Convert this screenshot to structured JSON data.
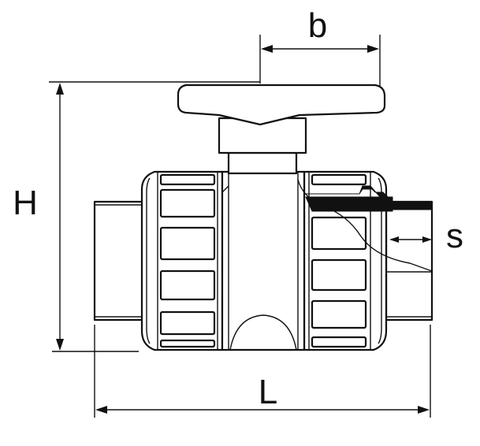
{
  "dimensions": {
    "b": "b",
    "H": "H",
    "s": "s",
    "L": "L"
  },
  "colors": {
    "line": "#111111",
    "background": "#ffffff"
  }
}
